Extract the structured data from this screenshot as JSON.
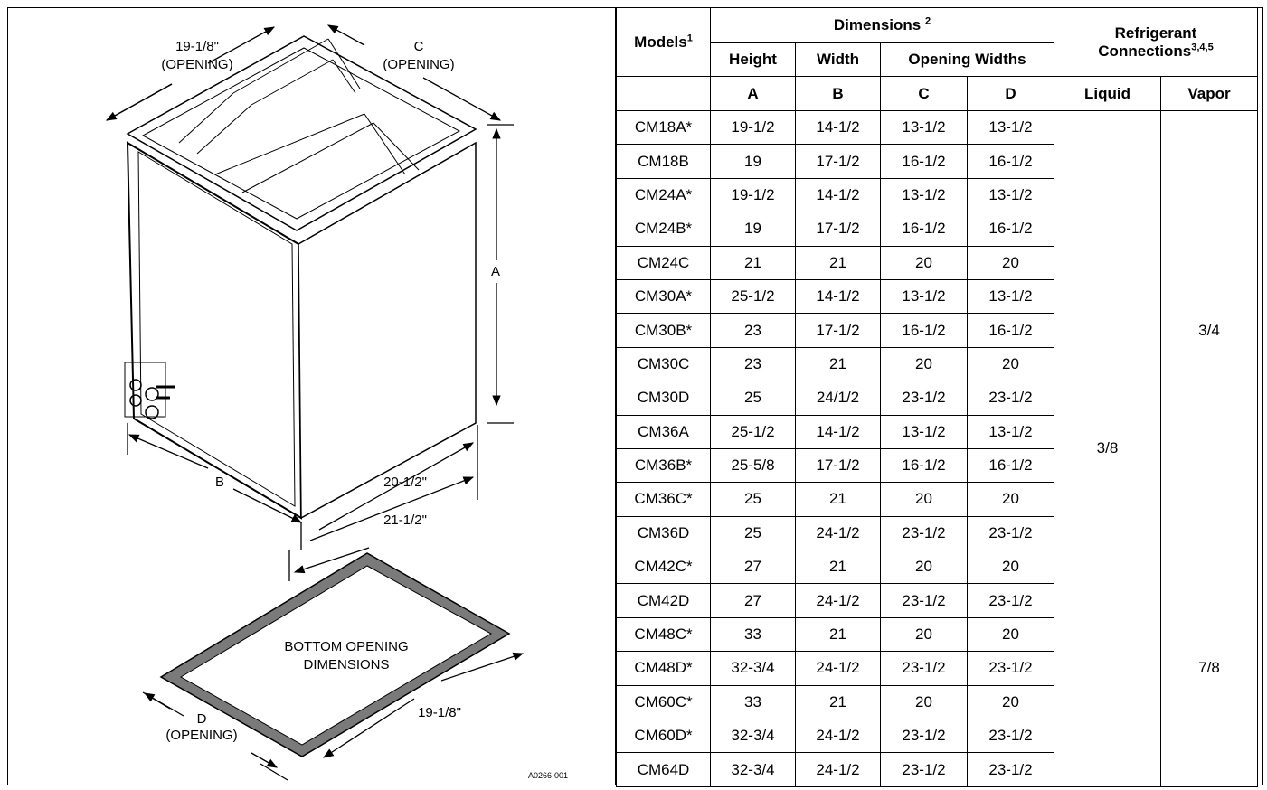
{
  "figure": {
    "label_top_left": "19-1/8\"",
    "label_top_left_sub": "(OPENING)",
    "label_top_right": "C",
    "label_top_right_sub": "(OPENING)",
    "label_height": "A",
    "label_width": "B",
    "label_depth_inner": "20-1/2\"",
    "label_depth_outer": "21-1/2\"",
    "bottom_title_1": "BOTTOM OPENING",
    "bottom_title_2": "DIMENSIONS",
    "label_bottom_d": "D",
    "label_bottom_d_sub": "(OPENING)",
    "label_bottom_depth": "19-1/8\"",
    "figure_id": "A0266-001"
  },
  "table": {
    "header": {
      "models": "Models",
      "models_note": "1",
      "dimensions": "Dimensions",
      "dimensions_note": "2",
      "refrigerant_1": "Refrigerant",
      "refrigerant_2": "Connections",
      "refrigerant_note": "3,4,5",
      "height": "Height",
      "width": "Width",
      "opening_widths": "Opening Widths",
      "col_a": "A",
      "col_b": "B",
      "col_c": "C",
      "col_d": "D",
      "liquid": "Liquid",
      "vapor": "Vapor"
    },
    "rows": [
      [
        "CM18A*",
        "19-1/2",
        "14-1/2",
        "13-1/2",
        "13-1/2"
      ],
      [
        "CM18B",
        "19",
        "17-1/2",
        "16-1/2",
        "16-1/2"
      ],
      [
        "CM24A*",
        "19-1/2",
        "14-1/2",
        "13-1/2",
        "13-1/2"
      ],
      [
        "CM24B*",
        "19",
        "17-1/2",
        "16-1/2",
        "16-1/2"
      ],
      [
        "CM24C",
        "21",
        "21",
        "20",
        "20"
      ],
      [
        "CM30A*",
        "25-1/2",
        "14-1/2",
        "13-1/2",
        "13-1/2"
      ],
      [
        "CM30B*",
        "23",
        "17-1/2",
        "16-1/2",
        "16-1/2"
      ],
      [
        "CM30C",
        "23",
        "21",
        "20",
        "20"
      ],
      [
        "CM30D",
        "25",
        "24/1/2",
        "23-1/2",
        "23-1/2"
      ],
      [
        "CM36A",
        "25-1/2",
        "14-1/2",
        "13-1/2",
        "13-1/2"
      ],
      [
        "CM36B*",
        "25-5/8",
        "17-1/2",
        "16-1/2",
        "16-1/2"
      ],
      [
        "CM36C*",
        "25",
        "21",
        "20",
        "20"
      ],
      [
        "CM36D",
        "25",
        "24-1/2",
        "23-1/2",
        "23-1/2"
      ],
      [
        "CM42C*",
        "27",
        "21",
        "20",
        "20"
      ],
      [
        "CM42D",
        "27",
        "24-1/2",
        "23-1/2",
        "23-1/2"
      ],
      [
        "CM48C*",
        "33",
        "21",
        "20",
        "20"
      ],
      [
        "CM48D*",
        "32-3/4",
        "24-1/2",
        "23-1/2",
        "23-1/2"
      ],
      [
        "CM60C*",
        "33",
        "21",
        "20",
        "20"
      ],
      [
        "CM60D*",
        "32-3/4",
        "24-1/2",
        "23-1/2",
        "23-1/2"
      ],
      [
        "CM64D",
        "32-3/4",
        "24-1/2",
        "23-1/2",
        "23-1/2"
      ]
    ],
    "liquid_value": "3/8",
    "vapor_value_1": "3/4",
    "vapor_value_2": "7/8"
  }
}
